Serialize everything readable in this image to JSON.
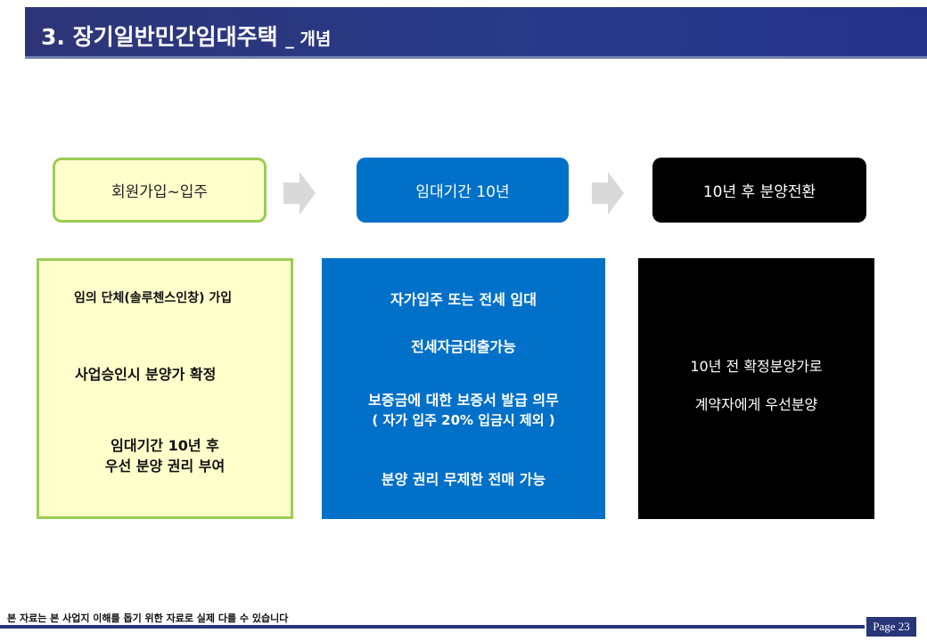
{
  "header": {
    "title": "3. 장기일반민간임대주택",
    "subtitle": "_ 개념"
  },
  "steps": [
    {
      "label": "회원가입~입주"
    },
    {
      "label": "임대기간 10년"
    },
    {
      "label": "10년 후 분양전환"
    }
  ],
  "boxes": {
    "left": {
      "line1": "임의 단체(솔루첸스인창) 가입",
      "line2": "사업승인시 분양가 확정",
      "line3": "임대기간 10년 후",
      "line4": "우선 분양 권리 부여"
    },
    "middle": {
      "line1": "자가입주 또는 전세 임대",
      "line2": "전세자금대출가능",
      "line3": "보증금에 대한 보증서 발급 의무",
      "line4": "( 자가 입주 20% 입금시 제외 )",
      "line5": "분양 권리 무제한 전매 가능"
    },
    "right": {
      "line1": "10년 전 확정분양가로",
      "line2": "계약자에게 우선분양"
    }
  },
  "footer": {
    "note": "본 자료는 본 사업지 이해를 돕기 위한 자료로 실제 다를 수 있습니다",
    "page": "Page 23"
  },
  "colors": {
    "header_bg": "#2d3577",
    "step1_fill": "#ffffcc",
    "step1_border": "#9bcc53",
    "step2_fill": "#0070c8",
    "step3_fill": "#000000",
    "arrow": "#d9d9d9"
  },
  "icons": [
    "arrow-right-icon",
    "arrow-right-icon"
  ]
}
